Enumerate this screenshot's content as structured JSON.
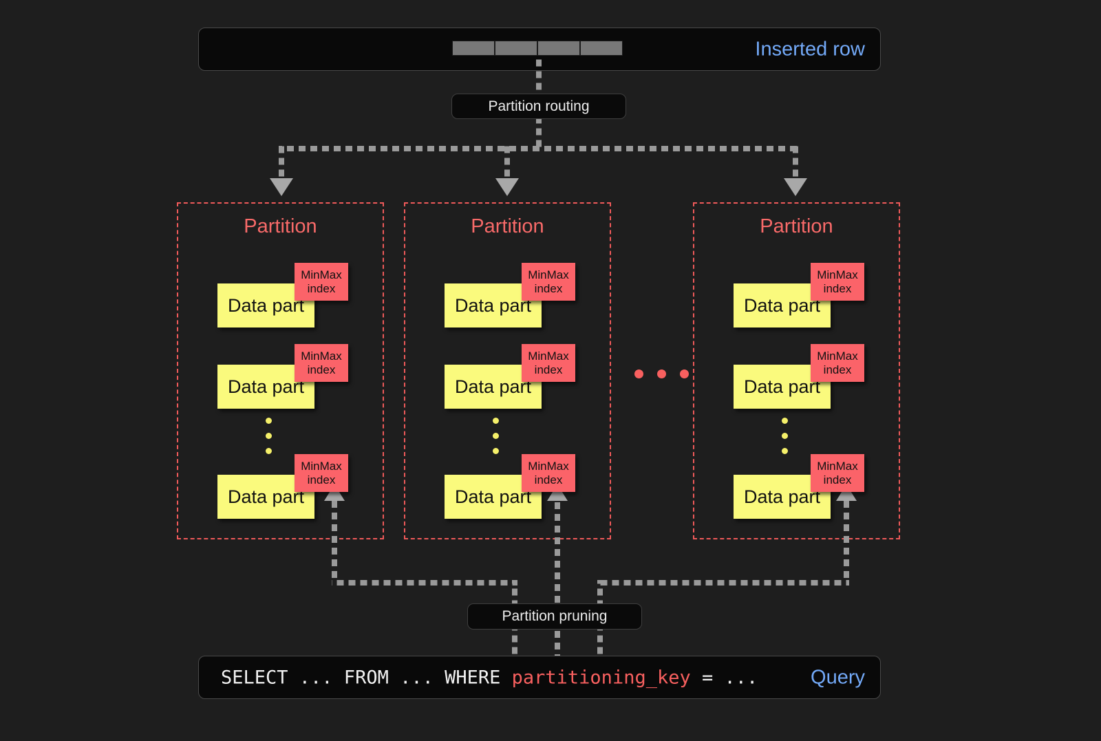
{
  "diagram": {
    "title": "ClickHouse partitioning: insert routing and partition pruning",
    "background_color": "#1e1e1e"
  },
  "top": {
    "label": "Inserted row",
    "label_color": "#73a9f7",
    "cells": [
      "",
      "",
      "",
      ""
    ],
    "cell_color": "#787878"
  },
  "routing": {
    "label": "Partition routing"
  },
  "partitions": [
    {
      "title": "Partition",
      "parts": [
        {
          "data_label": "Data part",
          "index_line1": "MinMax",
          "index_line2": "index"
        },
        {
          "data_label": "Data part",
          "index_line1": "MinMax",
          "index_line2": "index"
        },
        {
          "data_label": "Data part",
          "index_line1": "MinMax",
          "index_line2": "index"
        }
      ],
      "ellipsis": "•••"
    },
    {
      "title": "Partition",
      "parts": [
        {
          "data_label": "Data part",
          "index_line1": "MinMax",
          "index_line2": "index"
        },
        {
          "data_label": "Data part",
          "index_line1": "MinMax",
          "index_line2": "index"
        },
        {
          "data_label": "Data part",
          "index_line1": "MinMax",
          "index_line2": "index"
        }
      ],
      "ellipsis": "•••"
    },
    {
      "title": "Partition",
      "parts": [
        {
          "data_label": "Data part",
          "index_line1": "MinMax",
          "index_line2": "index"
        },
        {
          "data_label": "Data part",
          "index_line1": "MinMax",
          "index_line2": "index"
        },
        {
          "data_label": "Data part",
          "index_line1": "MinMax",
          "index_line2": "index"
        }
      ],
      "ellipsis": "•••"
    }
  ],
  "between_partitions_ellipsis": "• • •",
  "pruning": {
    "label": "Partition pruning"
  },
  "query": {
    "label": "Query",
    "label_color": "#73a9f7",
    "sql_prefix": "SELECT ... FROM ... WHERE ",
    "sql_key": "partitioning_key",
    "sql_suffix": " = ...",
    "key_color": "#f8605f"
  },
  "colors": {
    "partition_border": "#f05a5a",
    "partition_title": "#f86a69",
    "data_part": "#fafa7d",
    "minmax_index": "#fb6369",
    "connector": "#9a9a9a",
    "arrow": "#a8a8a8"
  }
}
